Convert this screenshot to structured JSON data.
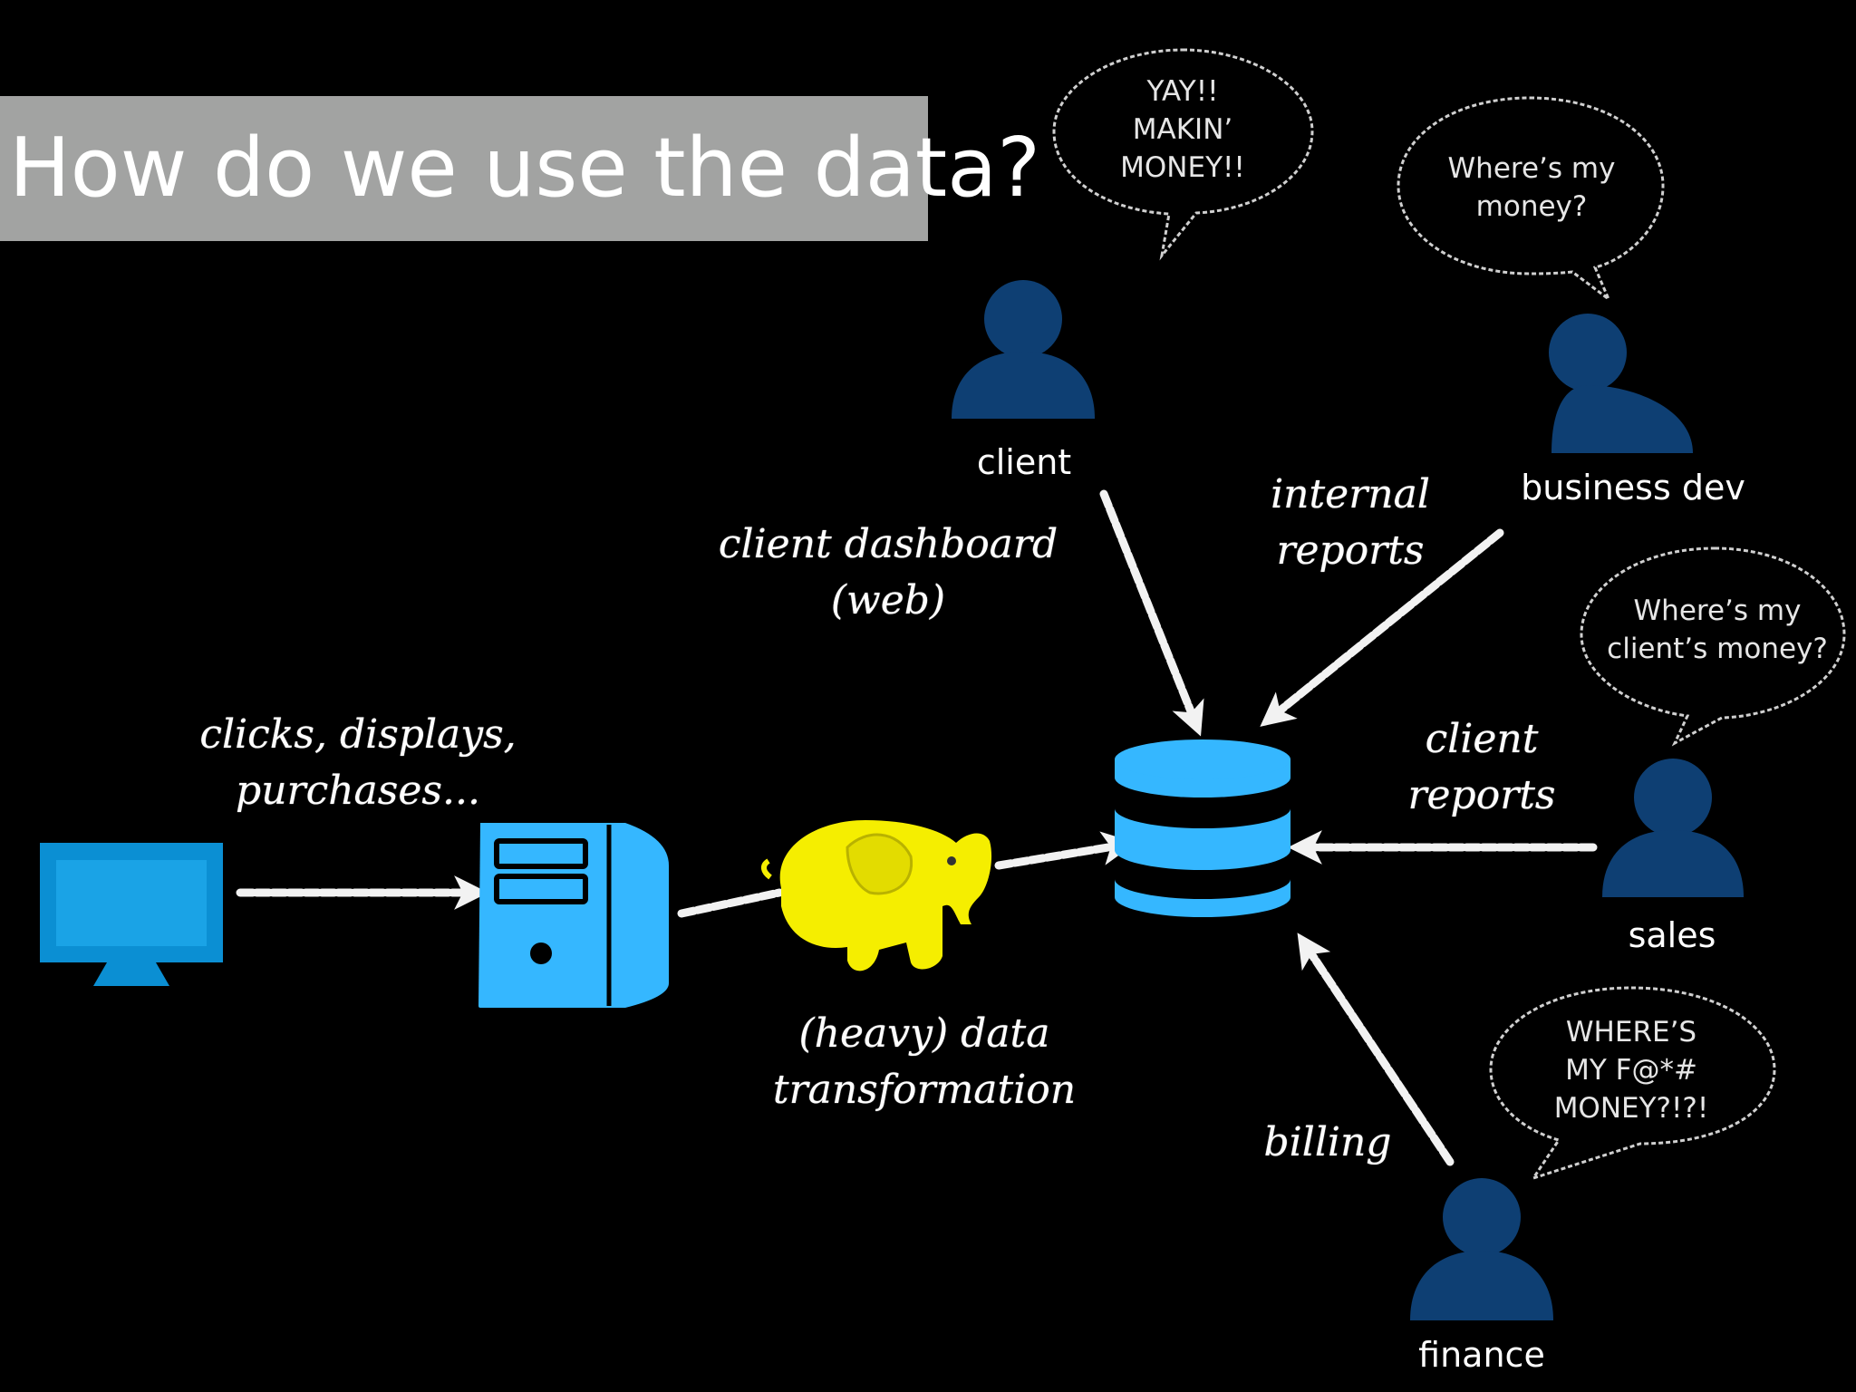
{
  "title": "How do we use the data?",
  "people": {
    "client": "client",
    "business_dev": "business dev",
    "sales": "sales",
    "finance": "finance"
  },
  "bubbles": {
    "client": [
      "YAY!!",
      "MAKIN’",
      "MONEY!!"
    ],
    "business_dev": [
      "Where’s my",
      "money?"
    ],
    "sales": [
      "Where’s my",
      "client’s money?"
    ],
    "finance": [
      "WHERE’S",
      "MY F@*#",
      "MONEY?!?!"
    ]
  },
  "flow_labels": {
    "clicks": [
      "clicks, displays,",
      "purchases..."
    ],
    "dashboard": [
      "client dashboard",
      "(web)"
    ],
    "internal_reports": [
      "internal",
      "reports"
    ],
    "client_reports": [
      "client",
      "reports"
    ],
    "transformation": [
      "(heavy) data",
      "transformation"
    ],
    "billing": "billing"
  },
  "colors": {
    "person": "#0e3f73",
    "device_blue": "#35b7ff",
    "elephant": "#f5ee00",
    "title_bg": "#a2a3a2"
  },
  "icons": {
    "monitor": "monitor-icon",
    "server": "server-icon",
    "database": "database-icon",
    "elephant": "hadoop-elephant-icon",
    "person": "person-icon"
  }
}
